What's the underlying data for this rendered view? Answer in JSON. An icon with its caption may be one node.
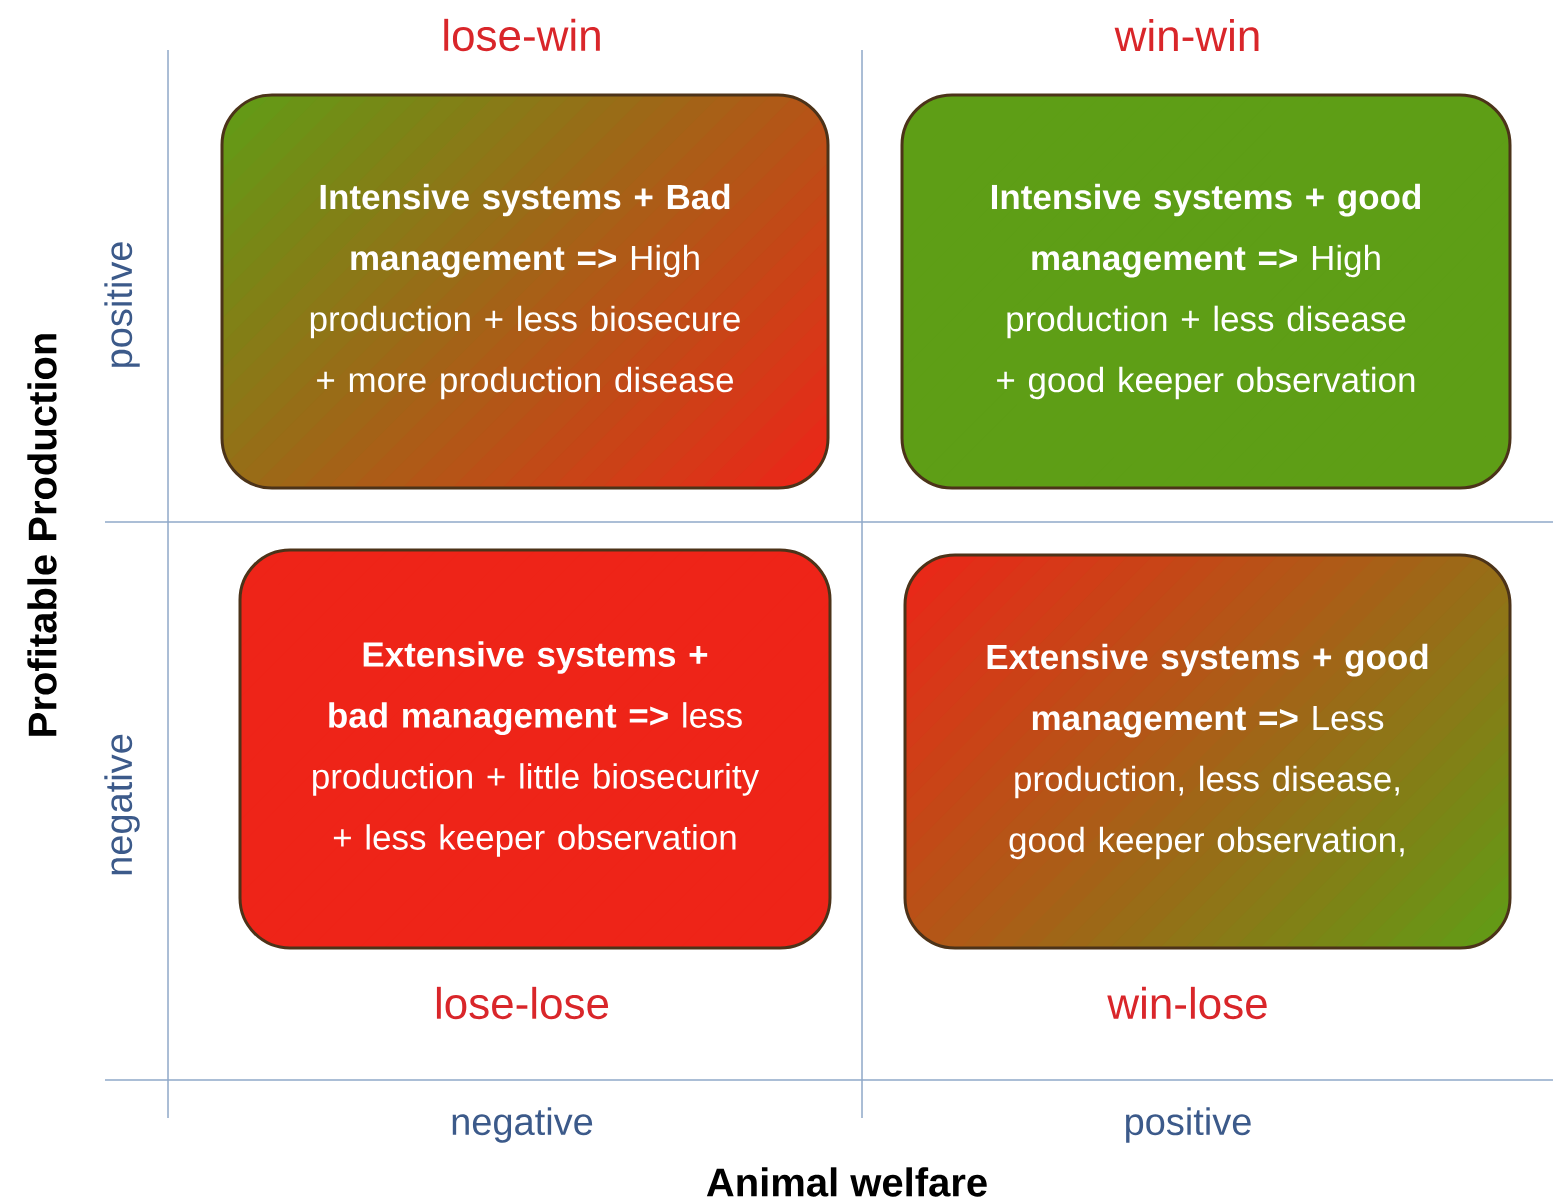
{
  "diagram": {
    "nodes": [
      {
        "text": [
          "**Intensive systems + Bad management =>** High production + less biosecure + more production disease"
        ]
      },
      {
        "text": [
          "**Intensive systems + good management =>** High production + less disease + good keeper observation"
        ]
      },
      {
        "text": [
          "**Extensive systems + bad management =>** less production + little biosecurity + less keeper observation"
        ]
      },
      {
        "text": [
          "**Extensive systems + good management =>** Less production, less disease, good keeper observation,"
        ]
      }
    ],
    "labels": [
      "lose-win",
      "win-win",
      "Profitable Production",
      "positive",
      "negative",
      "lose-lose",
      "win-lose",
      "negative",
      "positive",
      "Animal welfare"
    ]
  }
}
